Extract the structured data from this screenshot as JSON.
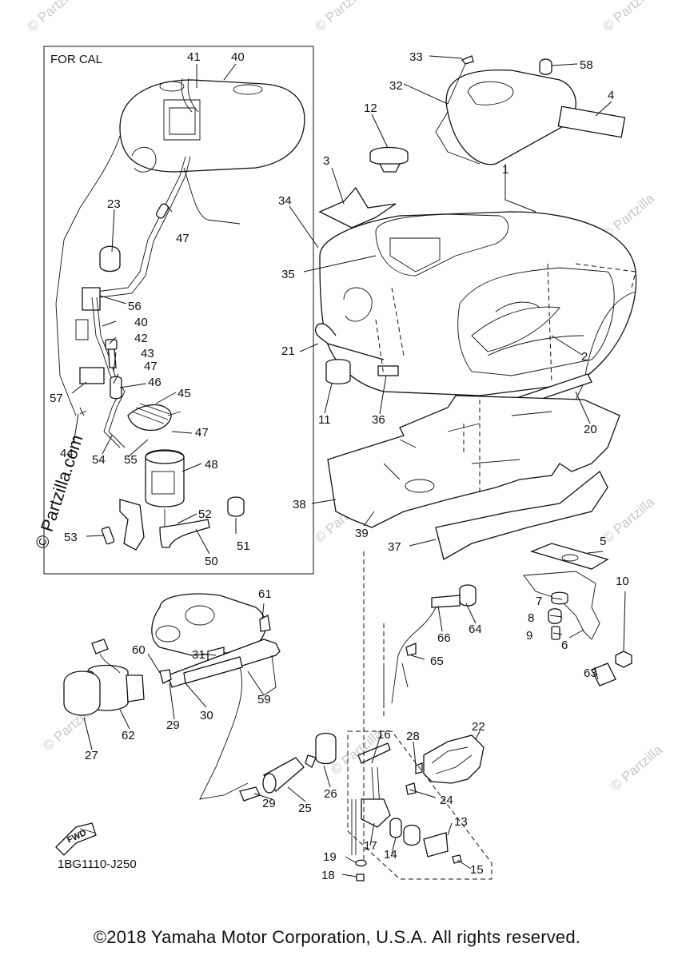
{
  "inset_label": "FOR CAL",
  "drawing_code": "1BG1110-J250",
  "fwd_label": "FWD",
  "watermark_side": "© Partzilla.com",
  "watermark_small": "© Partzilla",
  "copyright": "©2018 Yamaha Motor Corporation, U.S.A. All rights reserved.",
  "callouts": [
    "1",
    "2",
    "3",
    "4",
    "5",
    "6",
    "7",
    "8",
    "9",
    "10",
    "11",
    "12",
    "13",
    "14",
    "15",
    "16",
    "17",
    "18",
    "19",
    "20",
    "21",
    "22",
    "23",
    "24",
    "25",
    "26",
    "27",
    "28",
    "29",
    "29",
    "30",
    "31",
    "32",
    "33",
    "34",
    "35",
    "36",
    "37",
    "38",
    "39",
    "40",
    "40",
    "41",
    "42",
    "43",
    "44",
    "45",
    "46",
    "47",
    "47",
    "47",
    "48",
    "50",
    "51",
    "52",
    "53",
    "54",
    "55",
    "56",
    "57",
    "58",
    "59",
    "60",
    "61",
    "62",
    "63",
    "64",
    "65",
    "66"
  ]
}
